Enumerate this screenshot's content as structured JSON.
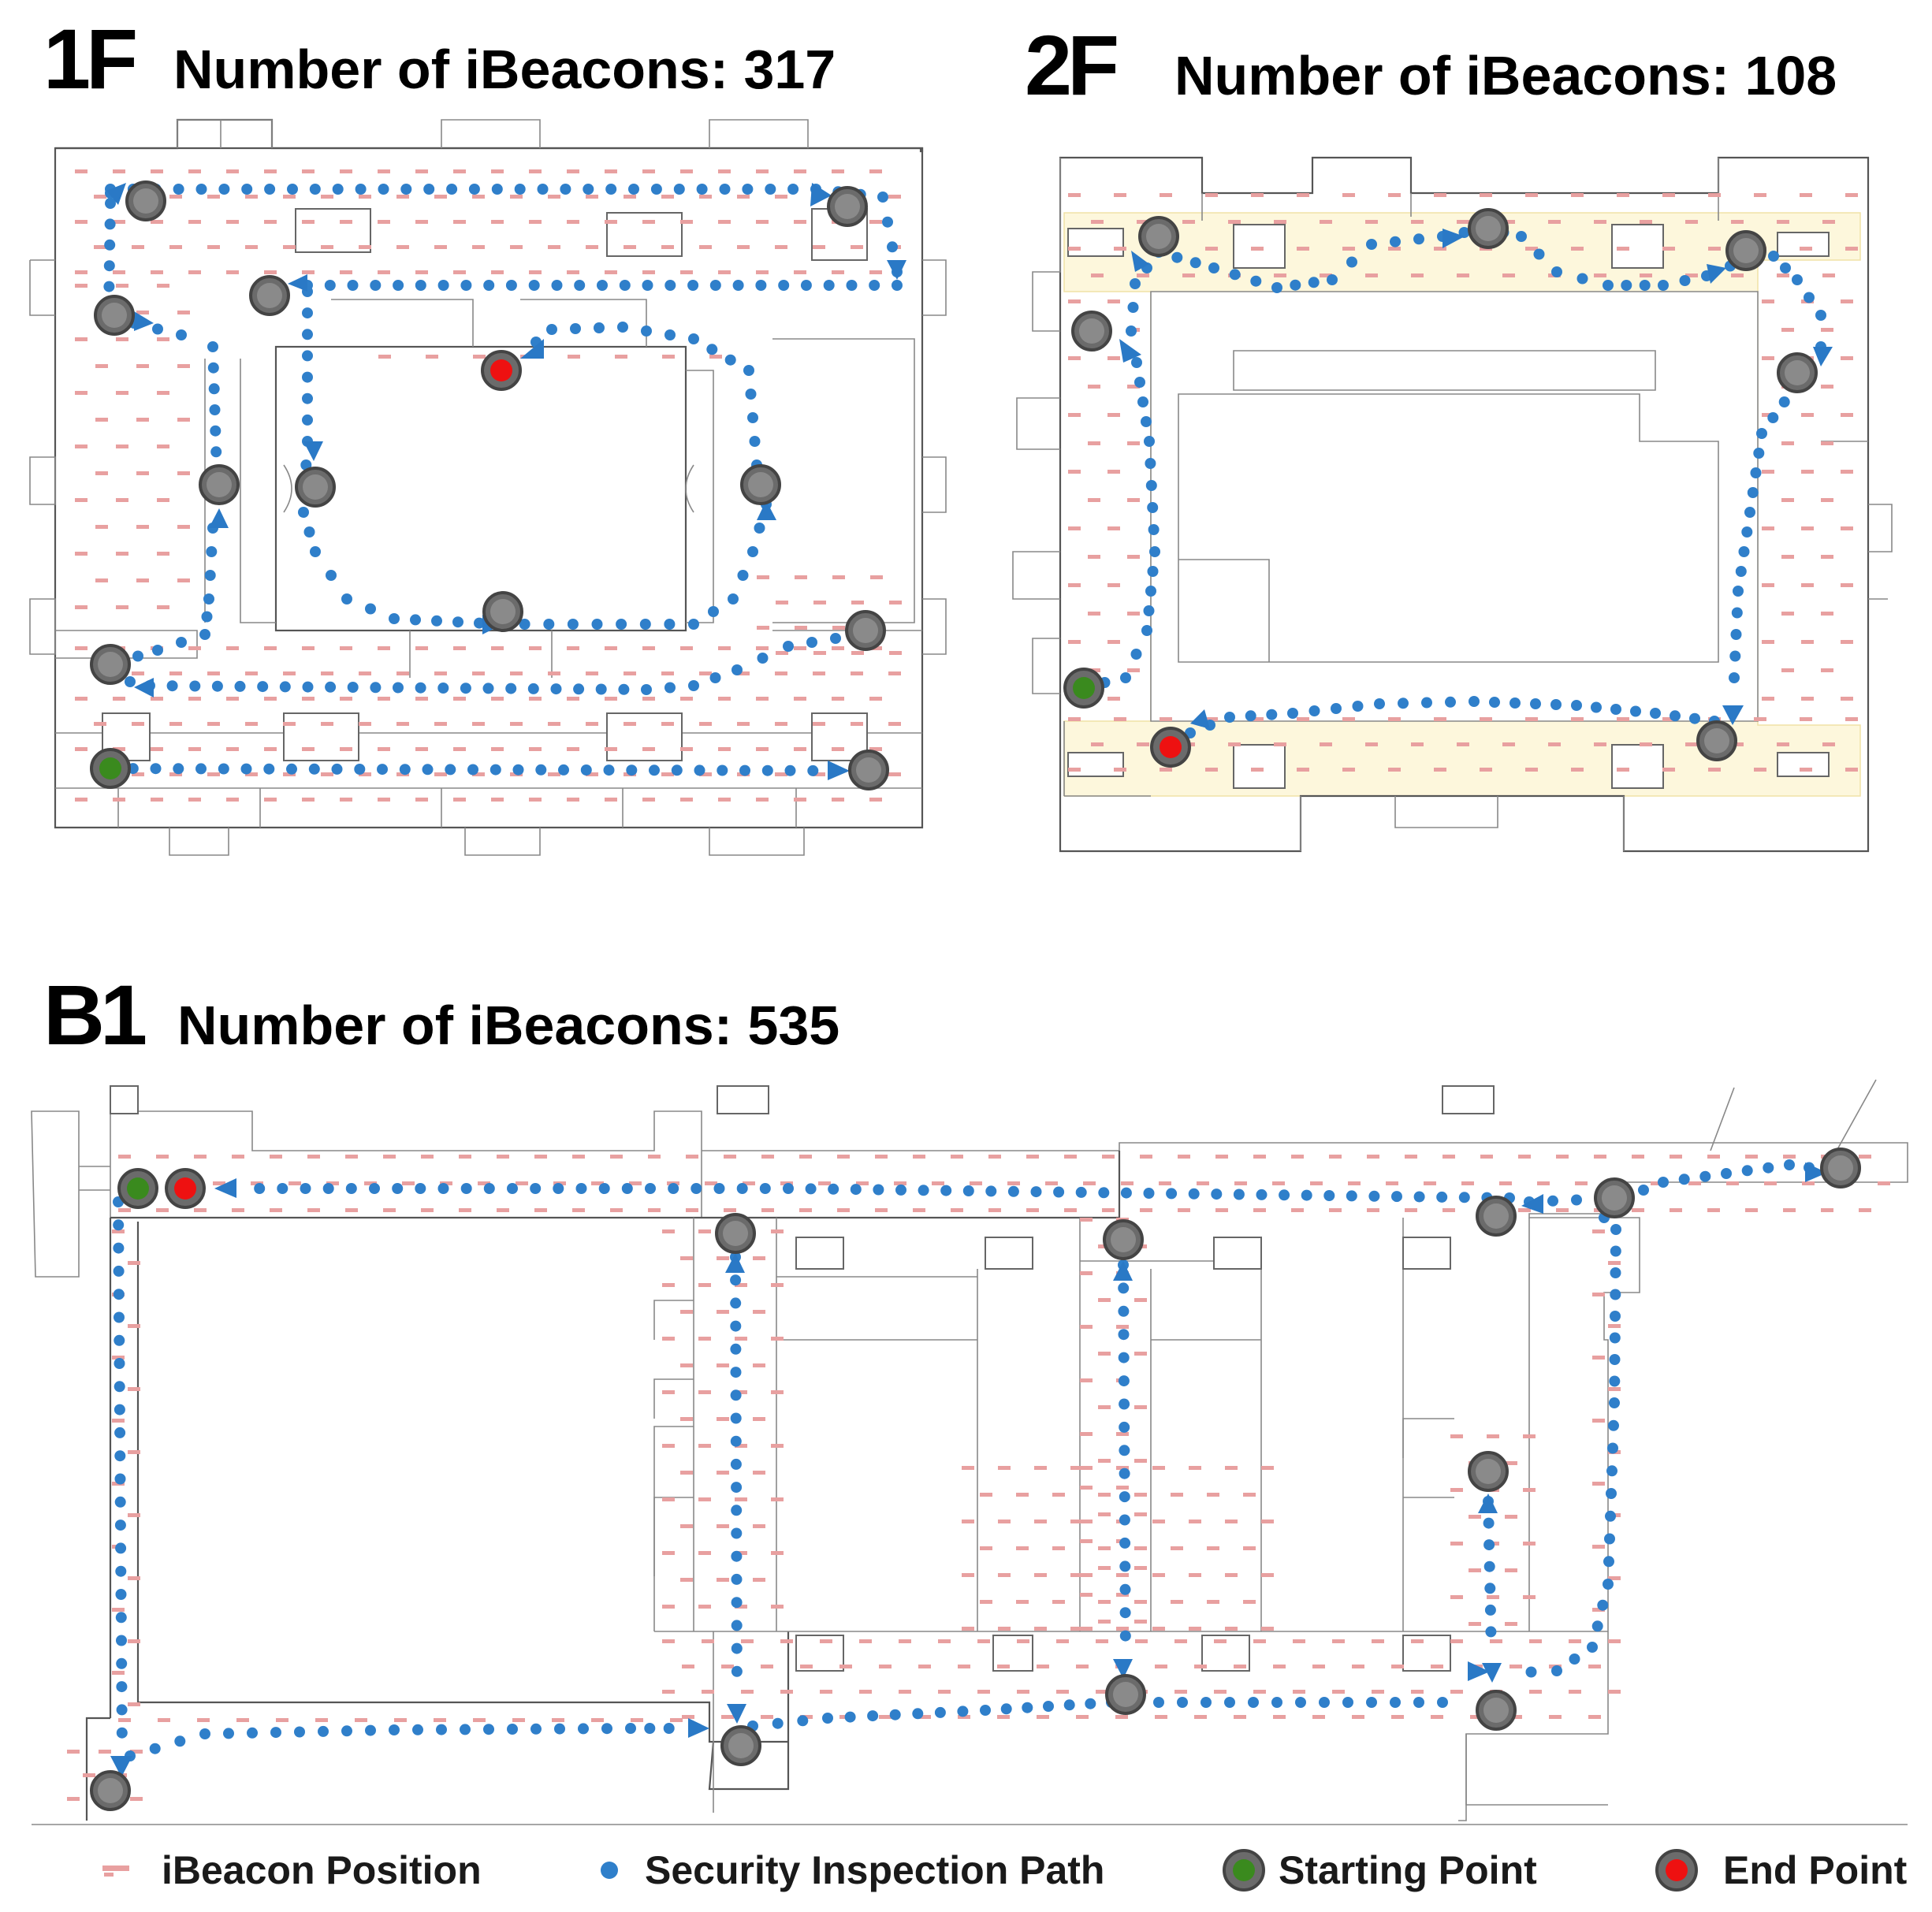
{
  "colors": {
    "path": "#2f7fca",
    "beacon": "#e8a0a0",
    "start": "#3a8a1e",
    "end": "#ee1111",
    "node": "#6b6b6b"
  },
  "floors": [
    {
      "code": "1F",
      "label": "Number of iBeacons: 317",
      "beacon_count": 317
    },
    {
      "code": "2F",
      "label": "Number of iBeacons: 108",
      "beacon_count": 108
    },
    {
      "code": "B1",
      "label": "Number of iBeacons: 535",
      "beacon_count": 535
    }
  ],
  "legend": [
    {
      "key": "beacon",
      "label": "iBeacon Position",
      "icon": "beacon-dash-icon"
    },
    {
      "key": "path",
      "label": "Security Inspection Path",
      "icon": "path-dot-icon"
    },
    {
      "key": "start",
      "label": "Starting Point",
      "icon": "start-point-icon"
    },
    {
      "key": "end",
      "label": "End Point",
      "icon": "end-point-icon"
    }
  ]
}
